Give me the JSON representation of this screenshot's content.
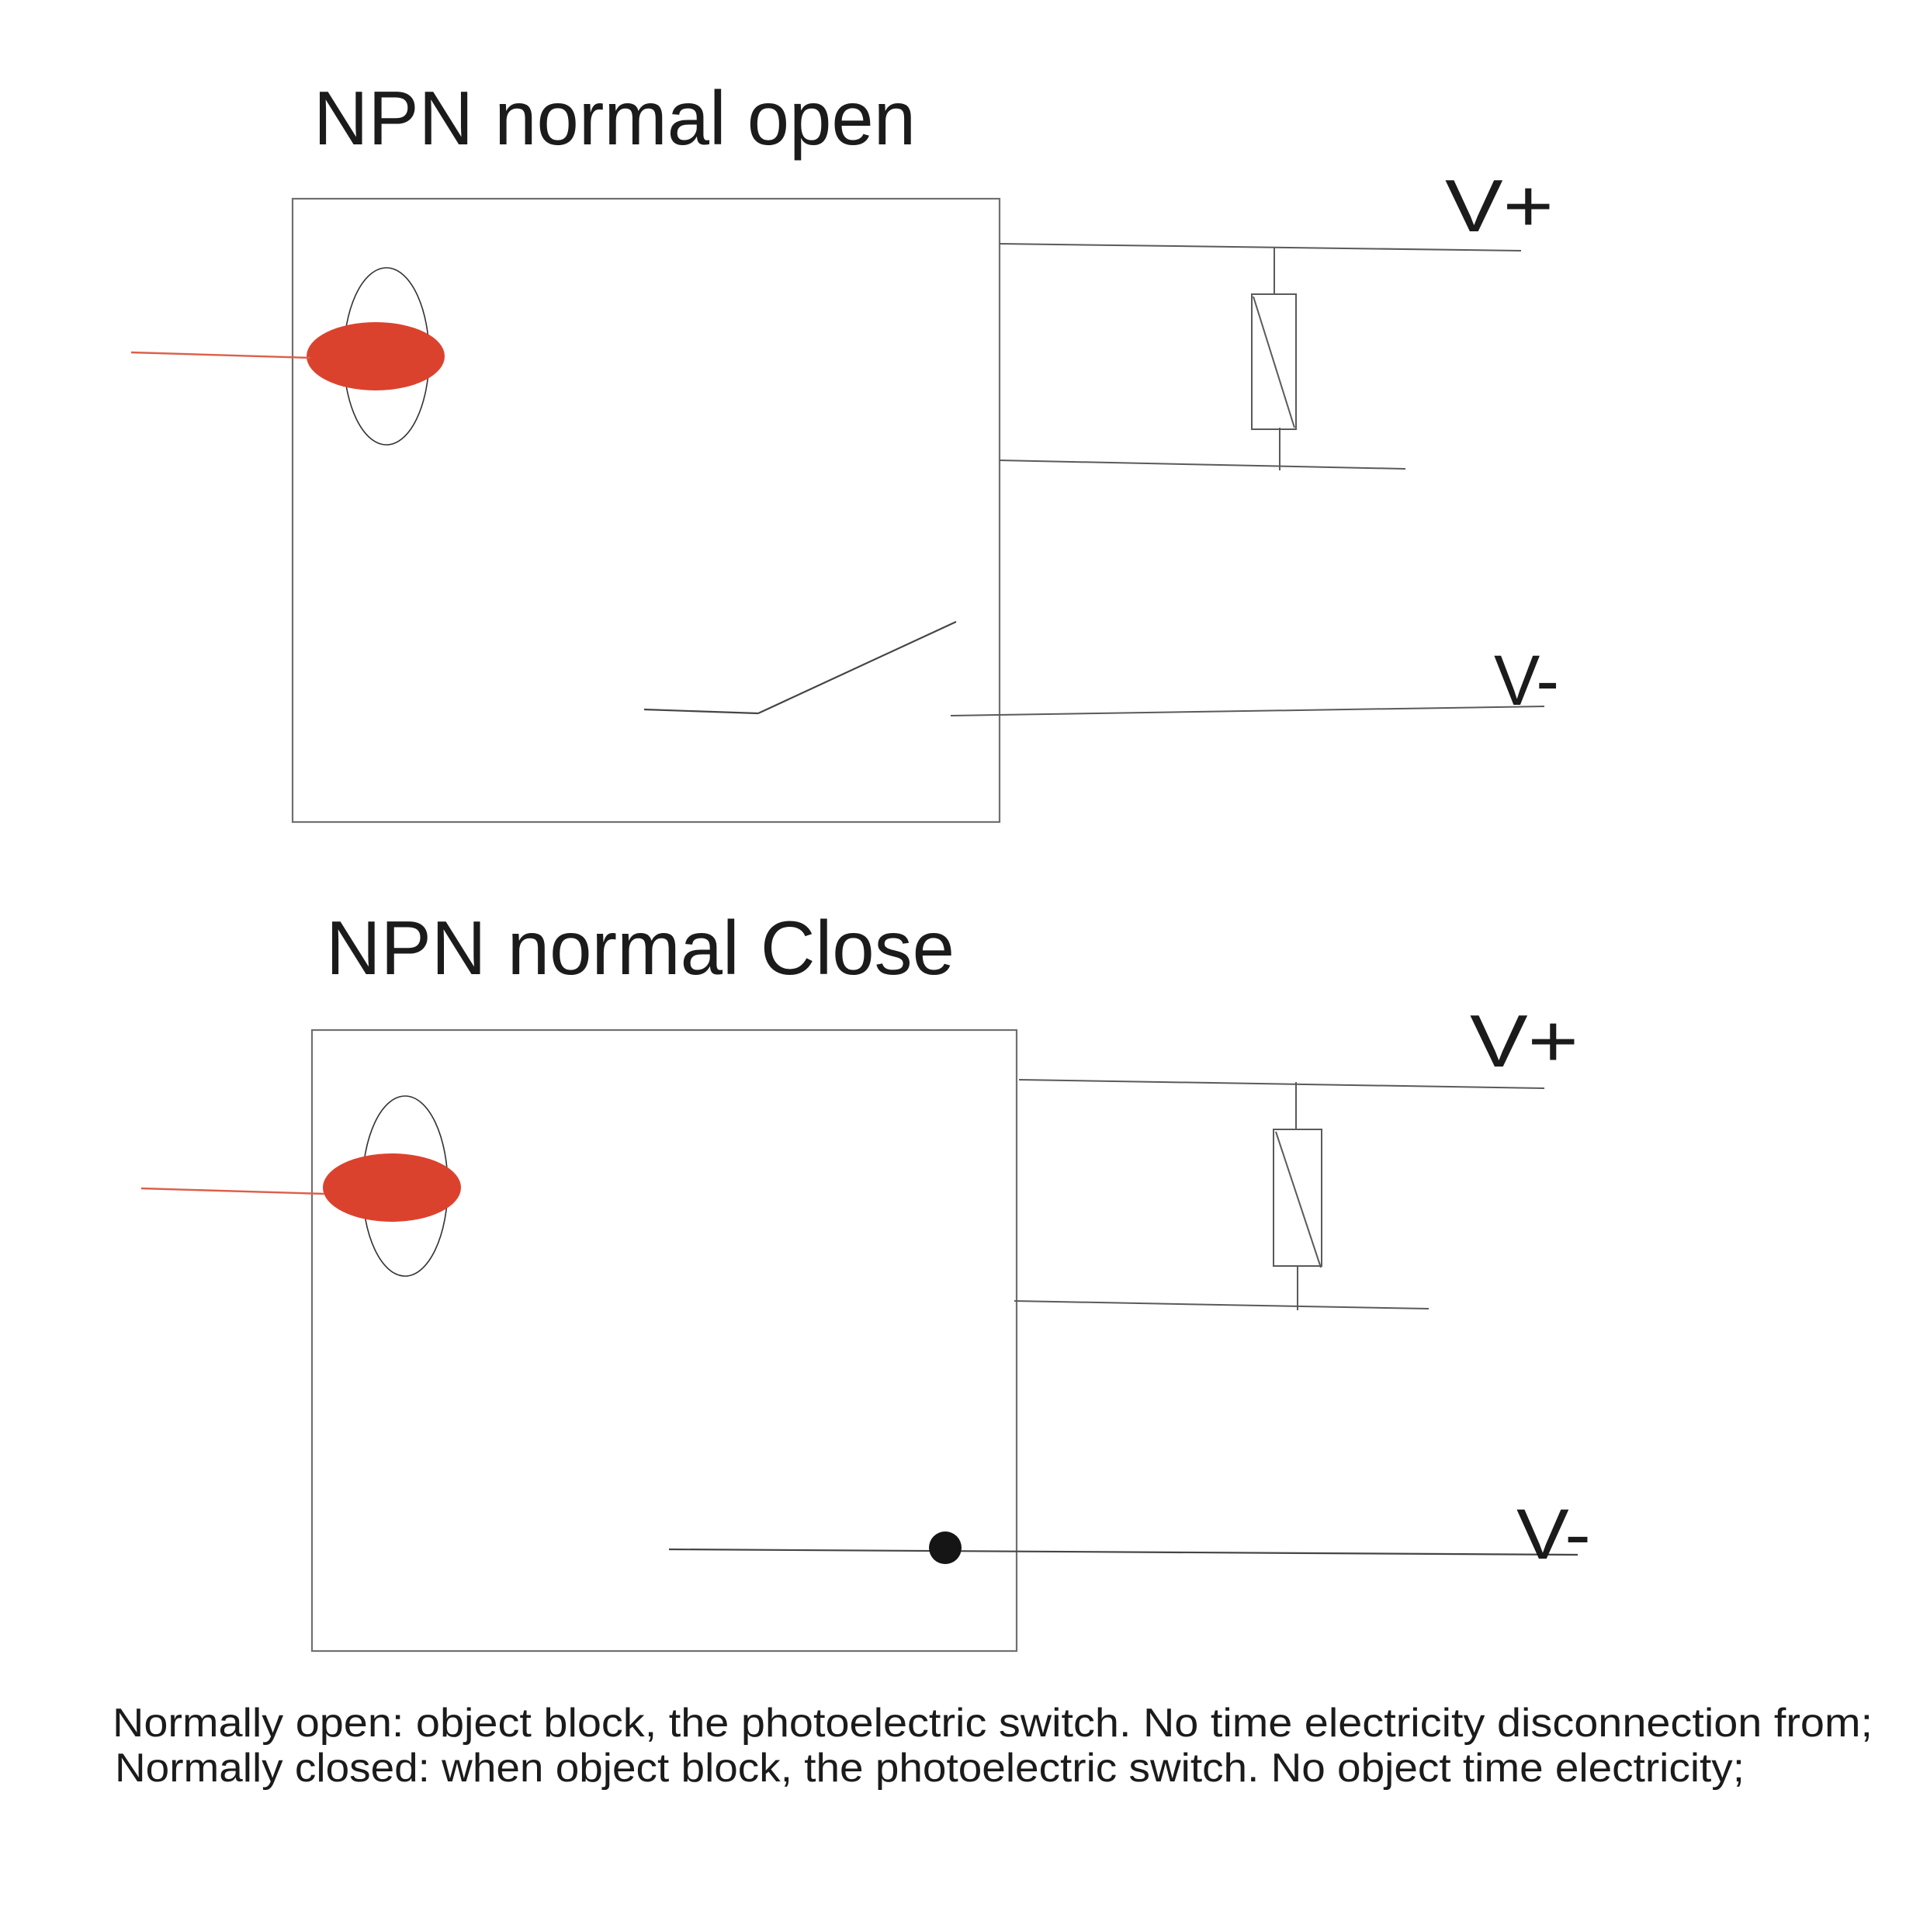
{
  "colors": {
    "accent_red": "#db422e",
    "beam_red": "#dd5f48",
    "dot_black": "#151515",
    "line_gray": "#5a5a5a",
    "text_black": "#1b1b1b"
  },
  "diagrams": {
    "open": {
      "title": "NPN normal open",
      "vplus_label": "V+",
      "vminus_label": "V-"
    },
    "close": {
      "title": "NPN normal Close",
      "vplus_label": "V+",
      "vminus_label": "V-"
    }
  },
  "notes": {
    "line1": "Normally open: object block, the photoelectric switch. No time electricity disconnection from;",
    "line2": "Normally closed: when object block, the photoelectric switch. No object time electricity;"
  }
}
